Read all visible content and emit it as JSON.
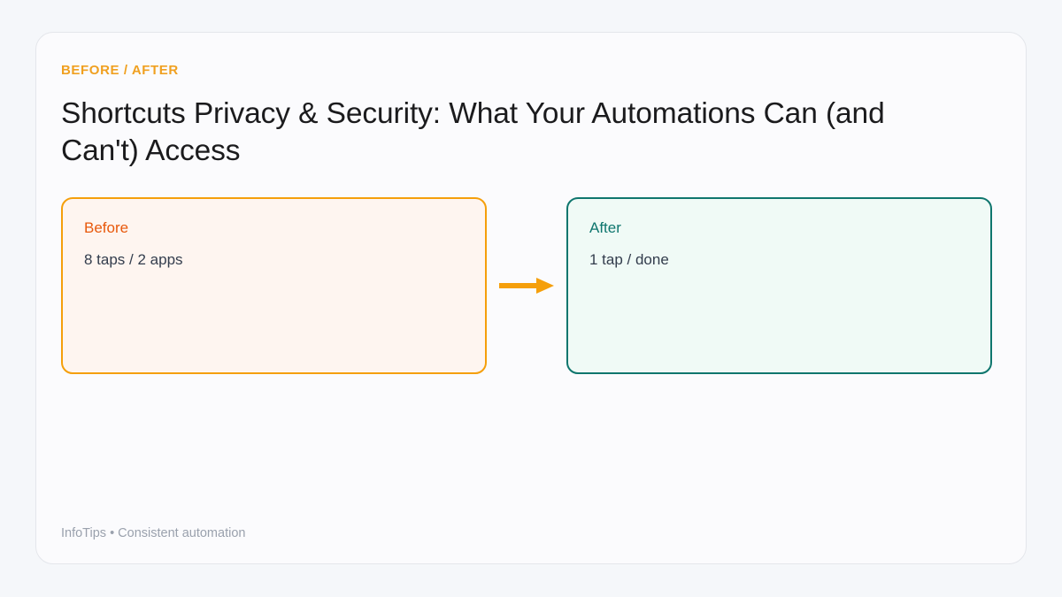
{
  "slide": {
    "eyebrow": "BEFORE / AFTER",
    "title": "Shortcuts Privacy & Security: What Your Automations Can (and Can't) Access",
    "footer": "InfoTips • Consistent automation"
  },
  "comparison": {
    "before": {
      "label": "Before",
      "value": "8 taps / 2 apps"
    },
    "after": {
      "label": "After",
      "value": "1 tap / done"
    },
    "arrow_icon": "arrow-right-icon"
  },
  "colors": {
    "page_background": "#f5f7fa",
    "frame_background": "#fbfbfd",
    "frame_border": "#e4e6eb",
    "eyebrow": "#f0a020",
    "title": "#1b1b1d",
    "before_border": "#f59f0b",
    "before_fill": "#fef5f0",
    "before_label": "#e8590c",
    "after_border": "#0f766e",
    "after_fill": "#f0faf6",
    "after_label": "#0f766e",
    "value_text": "#333d4d",
    "arrow": "#f59f0b",
    "footer": "#9aa1ad"
  }
}
